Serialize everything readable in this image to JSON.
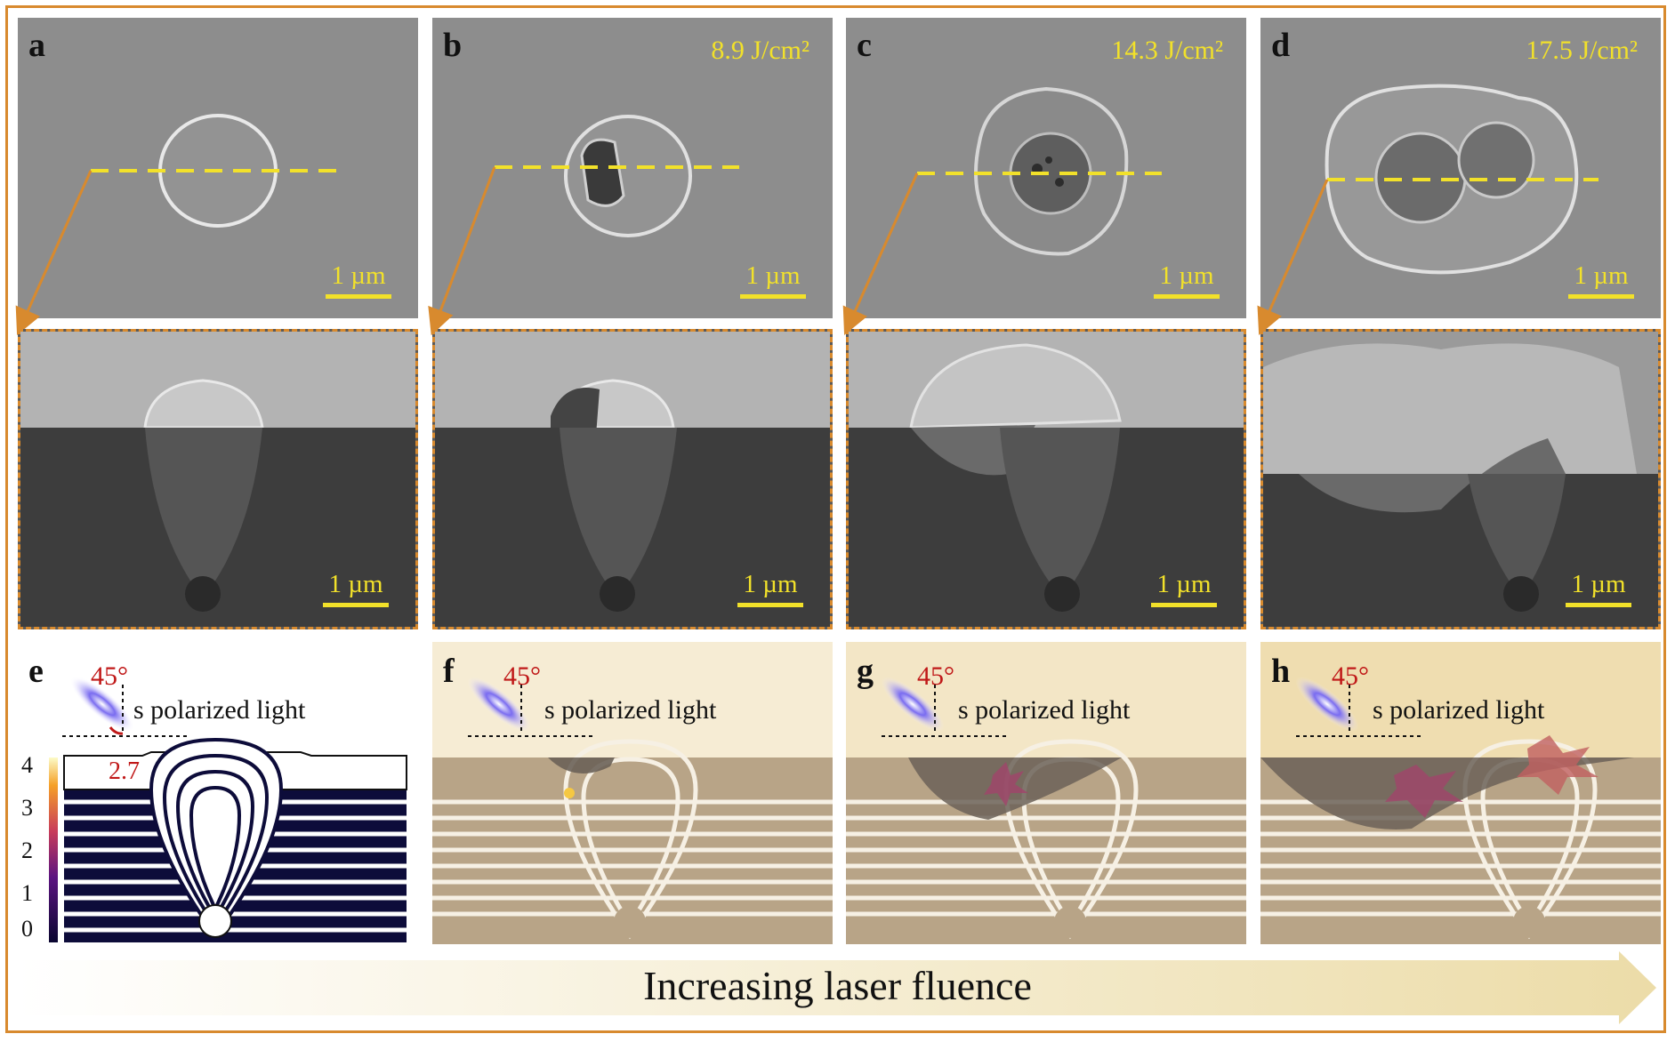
{
  "panels_top": [
    {
      "letter": "a",
      "fluence": "",
      "scale_label": "1 µm"
    },
    {
      "letter": "b",
      "fluence": "8.9 J/cm²",
      "scale_label": "1 µm"
    },
    {
      "letter": "c",
      "fluence": "14.3 J/cm²",
      "scale_label": "1 µm"
    },
    {
      "letter": "d",
      "fluence": "17.5 J/cm²",
      "scale_label": "1 µm"
    }
  ],
  "panels_cross": [
    {
      "scale_label": "1 µm"
    },
    {
      "scale_label": "1 µm"
    },
    {
      "scale_label": "1 µm"
    },
    {
      "scale_label": "1 µm"
    }
  ],
  "panels_schematic": [
    {
      "letter": "e",
      "angle": "45°",
      "pol_label": "s polarized light",
      "max_label": "2.7"
    },
    {
      "letter": "f",
      "angle": "45°",
      "pol_label": "s polarized light"
    },
    {
      "letter": "g",
      "angle": "45°",
      "pol_label": "s polarized light"
    },
    {
      "letter": "h",
      "angle": "45°",
      "pol_label": "s polarized light"
    }
  ],
  "colorbar": {
    "ticks": [
      "4",
      "3",
      "2",
      "1",
      "0"
    ]
  },
  "arrow": {
    "label": "Increasing laser fluence"
  },
  "colors": {
    "frame": "#d88a2e",
    "dashed": "#f2e12a",
    "arrow_fill": "#f1e6c2",
    "angle_text": "#c01818"
  }
}
